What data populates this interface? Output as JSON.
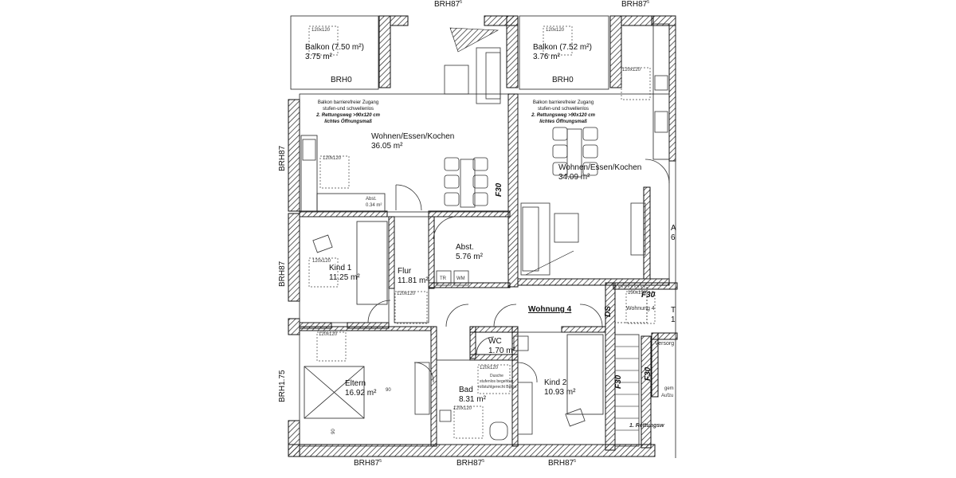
{
  "brh_labels": {
    "top_left": "BRH87",
    "top_right": "BRH87",
    "bottom_1": "BRH87",
    "bottom_2": "BRH87",
    "bottom_3": "BRH87",
    "superscript": "5",
    "left_1": "BRH87",
    "left_2": "BRH87",
    "left_3": "BRH1.75",
    "balkon_left_brh": "BRH0",
    "balkon_right_brh": "BRH0"
  },
  "balconies": {
    "left": {
      "name": "Balkon (7.50 m²)",
      "area": "3.75 m²",
      "grid": "120x120"
    },
    "right": {
      "name": "Balkon (7.52 m²)",
      "area": "3.76 m²",
      "grid": "120x120"
    }
  },
  "balcony_notes": {
    "line1": "Balkon barrierefreier Zugang",
    "line2": "stufen-und schwellenlos",
    "line3": "2. Rettungsweg >90x120 cm",
    "line4": "lichtes Öffnungsmaß"
  },
  "rooms": {
    "wohnen_left": {
      "name": "Wohnen/Essen/Kochen",
      "area": "36.05 m²"
    },
    "wohnen_right": {
      "name": "Wohnen/Essen/Kochen",
      "area": "34.09 m²"
    },
    "abst_small": {
      "name": "Abst.",
      "area": "0.34 m²"
    },
    "abst": {
      "name": "Abst.",
      "area": "5.76 m²"
    },
    "kind1": {
      "name": "Kind 1",
      "area": "11.25 m²"
    },
    "flur": {
      "name": "Flur",
      "area": "11.81 m²"
    },
    "eltern": {
      "name": "Eltern",
      "area": "16.92 m²"
    },
    "wc": {
      "name": "WC",
      "area": "1.70 m²"
    },
    "bad": {
      "name": "Bad",
      "area": "8.31 m²"
    },
    "kind2": {
      "name": "Kind 2",
      "area": "10.93 m²"
    }
  },
  "labels": {
    "f30_a": "F30",
    "f30_b": "F30",
    "f30_c": "F30",
    "f30_d": "F30",
    "ds": "DS",
    "wohnung": "Wohnung 4",
    "wohnung_small": "Wohnung 4",
    "grid_150": "150x150",
    "grid_120": "120x120",
    "tr": "TR",
    "wm": "WM",
    "dusche_1": "Dusche",
    "dusche_2": "stufenlos begehbar",
    "dusche_3": "rollstuhlgerecht Beton",
    "dim_90_h": "90",
    "dim_90_v": "90",
    "rettungsweg": "1. Rettungsw",
    "versorgung": "Versorg",
    "gem": "gem",
    "aufzug": "Aufzu",
    "edge_a": "A",
    "edge_6": "6",
    "edge_t": "T",
    "edge_1": "1"
  }
}
